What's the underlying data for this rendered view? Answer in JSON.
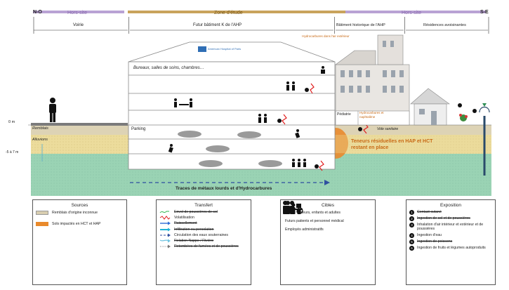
{
  "header": {
    "left_code": "N-O",
    "right_code": "S-E",
    "zone_left": "Hors-site",
    "zone_center": "Zone d'étude",
    "zone_right": "Hors-site",
    "sub_voirie": "Voirie",
    "sub_futur": "Futur bâtiment K de l'AHP",
    "sub_historique": "Bâtiment historique de l'AHP",
    "sub_residences": "Résidences avoisinantes"
  },
  "section": {
    "depth_0": "0 m",
    "depth_5": "-5 à 7 m",
    "remblais": "Remblais",
    "alluvions": "Alluvions",
    "building_sign": "American Hospital of Paris",
    "floor_top_label": "Bureaux, salles de soins, chambres…",
    "parking_label": "Parking",
    "pediatrie_label": "Pédiatrie",
    "vide_sanitaire": "Vide sanitaire",
    "hydro_air": "Hydrocarbures dans l'air extérieur",
    "hydro_naph": "Hydrocarbures et naphtalène",
    "teneurs": "Teneurs résiduelles en HAP et HCT restant en place",
    "traces": "Traces de métaux lourds et d'Hydrocarbures"
  },
  "legend_sources": {
    "title": "Sources",
    "items": [
      {
        "label": "Remblais d'origine inconnue",
        "color": "#d8ceb0"
      },
      {
        "label": "Sols impactés en HCT et HAP",
        "color": "#e98a2c"
      }
    ]
  },
  "legend_transfert": {
    "title": "Transfert",
    "items": [
      {
        "label": "Envol de poussières de sol",
        "strike": true,
        "icon": "green-wave-arrow-icon"
      },
      {
        "label": "Volatilisation",
        "strike": false,
        "icon": "red-zigzag-icon"
      },
      {
        "label": "Ruissellement",
        "strike": true,
        "icon": "blue-arrow-icon"
      },
      {
        "label": "Infiltration ou percolation",
        "strike": true,
        "icon": "cyan-arrow-icon"
      },
      {
        "label": "Circulation des eaux souterraines",
        "strike": false,
        "icon": "dashed-arrow-icon"
      },
      {
        "label": "Relation Nappe / Rivière",
        "strike": true,
        "icon": "light-blue-arrow-icon"
      },
      {
        "label": "Retombées de fumées et de poussières",
        "strike": true,
        "icon": "dotted-arrow-icon"
      }
    ]
  },
  "legend_cibles": {
    "title": "Cibles",
    "items": [
      {
        "label": "Futurs visiteurs, enfants et adultes",
        "icon": "family-icon"
      },
      {
        "label": "Futurs patients et personnel médical",
        "icon": "patients-icon"
      },
      {
        "label": "Employés administratifs",
        "icon": "office-worker-icon"
      }
    ]
  },
  "legend_exposition": {
    "title": "Exposition",
    "items": [
      {
        "num": "1",
        "label": "Contact cutané",
        "strike": true
      },
      {
        "num": "2",
        "label": "Ingestion de sol et de poussières",
        "strike": true
      },
      {
        "num": "3",
        "label": "Inhalation d'air intérieur et extérieur et de poussières",
        "strike": false
      },
      {
        "num": "4",
        "label": "Ingestion d'eau",
        "strike": false
      },
      {
        "num": "5",
        "label": "Ingestion de poissons",
        "strike": true
      },
      {
        "num": "6",
        "label": "Ingestion de fruits et légumes autoproduits",
        "strike": false
      }
    ]
  },
  "colors": {
    "zone_bar": "#c9a35c",
    "hors_site_bar": "#b9a2d4",
    "remblais": "#d8ceb0",
    "alluvions": "#eadb9b",
    "nappe": "#98cfb0",
    "impacted": "#e98a2c",
    "accent_text": "#c86a16"
  }
}
